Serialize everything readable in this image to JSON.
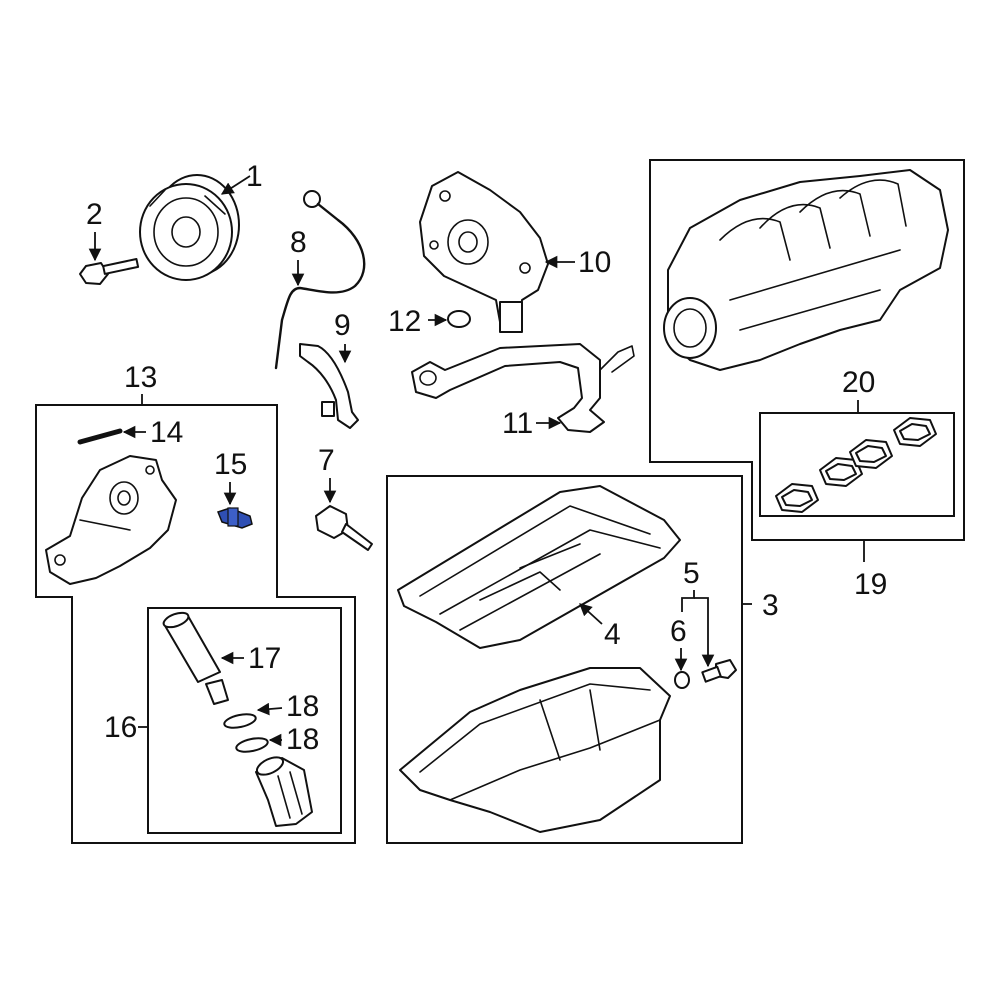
{
  "colors": {
    "line": "#111111",
    "highlight": "#2f4fb4",
    "background": "#ffffff"
  },
  "callouts": {
    "c1": "1",
    "c2": "2",
    "c3": "3",
    "c4": "4",
    "c5": "5",
    "c6": "6",
    "c7": "7",
    "c8": "8",
    "c9": "9",
    "c10": "10",
    "c11": "11",
    "c12": "12",
    "c13": "13",
    "c14": "14",
    "c15": "15",
    "c16": "16",
    "c17": "17",
    "c18a": "18",
    "c18b": "18",
    "c19": "19",
    "c20": "20"
  },
  "highlighted_part": "15"
}
